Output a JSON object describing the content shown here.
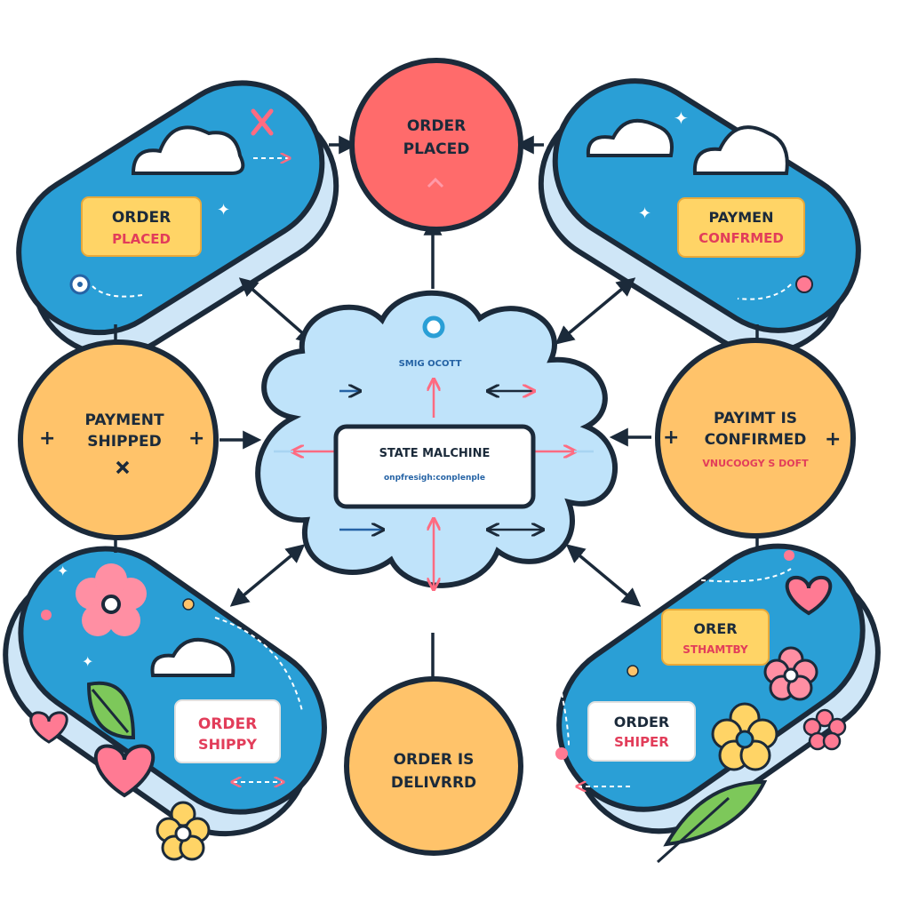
{
  "colors": {
    "outline": "#1b2a3a",
    "pill_blue": "#2a9fd6",
    "pill_shadow": "#b9d8f0",
    "red_circle": "#ff6b6b",
    "orange_circle": "#ffc36a",
    "cloud_fill": "#bfe3fa",
    "label_yellow": "#ffd466",
    "label_white": "#ffffff",
    "text_dark": "#1b2a3a",
    "text_red": "#e23d5a",
    "accent_pink": "#ff7a93",
    "accent_flower": "#ff8fa3",
    "leaf_green": "#7dc85a"
  },
  "center": {
    "small_label": "SMIG OCOTT",
    "title": "STATE MALCHINE",
    "subtitle": "onpfresigh:conplenple"
  },
  "nodes": {
    "top_circle": {
      "line1": "ORDER",
      "line2": "PLACED"
    },
    "left_circle": {
      "line1": "PAYMENT",
      "line2": "SHIPPED"
    },
    "right_circle": {
      "line1": "PAYIMT IS",
      "line2": "CONFIRMED",
      "line3": "VNUCOOGY S DOFT"
    },
    "bottom_circle": {
      "line1": "ORDER IS",
      "line2": "DELIVRRD"
    }
  },
  "pills": {
    "top_left": {
      "line1": "ORDER",
      "line2": "PLACED"
    },
    "top_right": {
      "line1": "PAYMEN",
      "line2": "CONFRMED"
    },
    "bottom_left": {
      "line1": "ORDER",
      "line2": "SHIPPY"
    },
    "bottom_right": {
      "line1": "ORER",
      "line2": "STHAMTBY",
      "line3": "ORDER",
      "line4": "SHIPER"
    }
  }
}
